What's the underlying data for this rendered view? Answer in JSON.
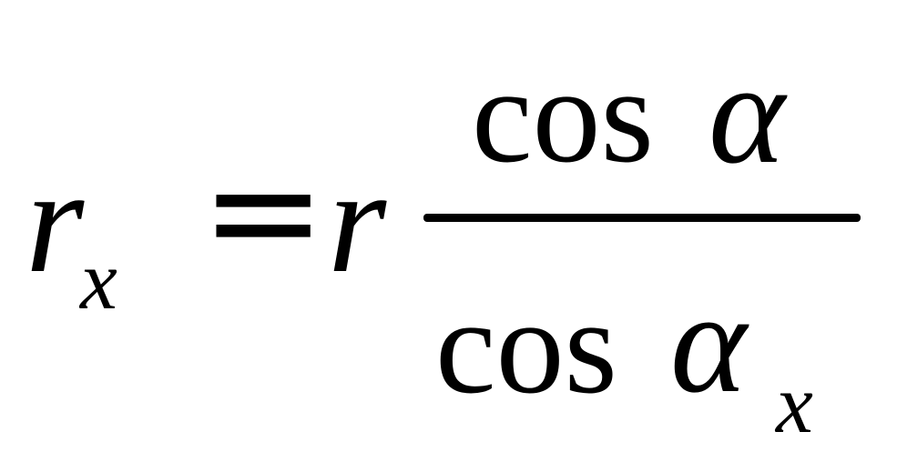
{
  "equation": {
    "lhs": {
      "symbol": "r",
      "subscript": "x"
    },
    "equals": "=",
    "rhs": {
      "factor": "r",
      "numerator": {
        "func": "cos",
        "arg": "α"
      },
      "denominator": {
        "func": "cos",
        "arg": "α",
        "arg_subscript": "x"
      }
    }
  },
  "colors": {
    "ink": "#000000",
    "background": "#ffffff"
  }
}
